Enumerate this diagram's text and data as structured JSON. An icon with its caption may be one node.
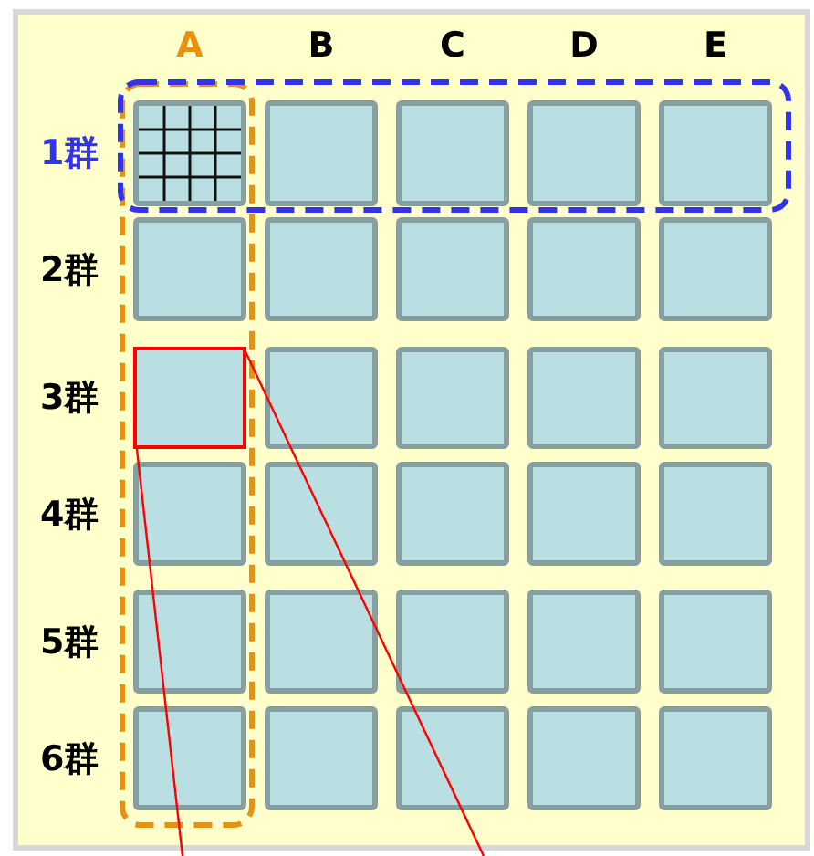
{
  "diagram": {
    "nodes": [
      {
        "text": [],
        "shape": "box"
      },
      {
        "text": [],
        "shape": "box"
      },
      {
        "text": [],
        "shape": "box"
      },
      {
        "text": [],
        "shape": "box"
      },
      {
        "text": [],
        "shape": "box"
      },
      {
        "text": [],
        "shape": "box"
      },
      {
        "text": [],
        "shape": "box"
      },
      {
        "text": [],
        "shape": "box"
      },
      {
        "text": [],
        "shape": "box"
      },
      {
        "text": [],
        "shape": "box"
      },
      {
        "text": [],
        "shape": "box"
      },
      {
        "text": [],
        "shape": "box"
      },
      {
        "text": [],
        "shape": "box"
      },
      {
        "text": [],
        "shape": "box"
      },
      {
        "text": [],
        "shape": "box"
      },
      {
        "text": [],
        "shape": "box"
      },
      {
        "text": [],
        "shape": "box"
      },
      {
        "text": [],
        "shape": "box"
      },
      {
        "text": [],
        "shape": "box"
      },
      {
        "text": [],
        "shape": "box"
      },
      {
        "text": [],
        "shape": "box"
      },
      {
        "text": [],
        "shape": "box"
      },
      {
        "text": [],
        "shape": "box"
      },
      {
        "text": [],
        "shape": "box"
      },
      {
        "text": [],
        "shape": "box"
      },
      {
        "text": [],
        "shape": "box"
      },
      {
        "text": [],
        "shape": "box"
      },
      {
        "text": [],
        "shape": "box"
      },
      {
        "text": [],
        "shape": "box"
      },
      {
        "text": [],
        "shape": "box"
      }
    ],
    "edges": [
      {
        "from": 10,
        "to": null,
        "arrow": "none"
      },
      {
        "from": 10,
        "to": null,
        "arrow": "none"
      }
    ],
    "labels": [
      "A",
      "B",
      "C",
      "D",
      "E",
      "1群",
      "2群",
      "3群",
      "4群",
      "5群",
      "6群"
    ]
  }
}
